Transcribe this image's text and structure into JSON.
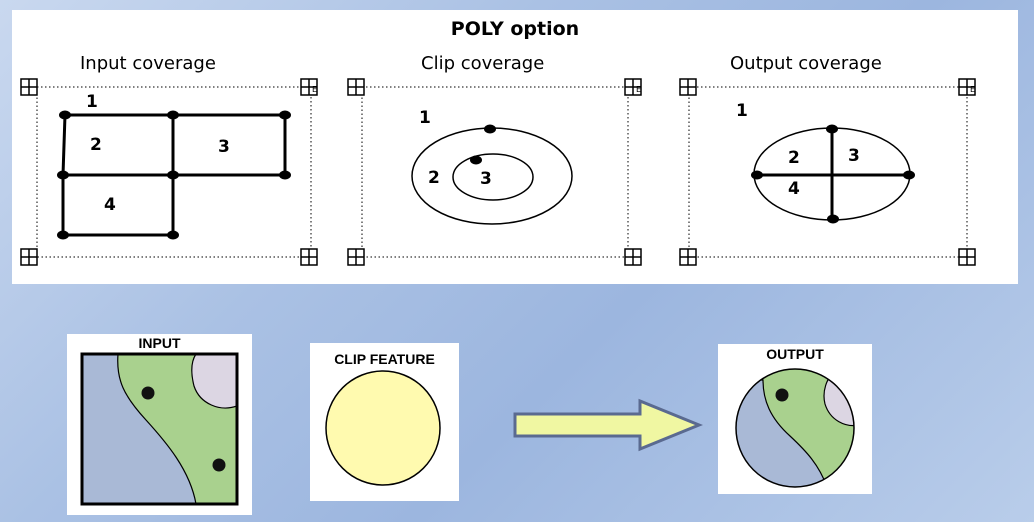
{
  "title": "POLY option",
  "coverages": {
    "input": {
      "label": "Input coverage",
      "numbers": [
        "1",
        "2",
        "3",
        "4"
      ]
    },
    "clip": {
      "label": "Clip coverage",
      "numbers": [
        "1",
        "2",
        "3"
      ]
    },
    "output": {
      "label": "Output coverage",
      "numbers": [
        "1",
        "2",
        "3",
        "4"
      ]
    },
    "tic_glyph": "E"
  },
  "illustration": {
    "input_label": "INPUT",
    "clip_label": "CLIP FEATURE",
    "output_label": "OUTPUT"
  },
  "colors": {
    "poly_green": "#a9d18e",
    "poly_blue": "#a9b9d6",
    "poly_lilac": "#dcd6e3",
    "clip_yellow": "#fffaaf",
    "arrow_fill": "#f0f7a2",
    "arrow_stroke": "#5a6a90"
  }
}
